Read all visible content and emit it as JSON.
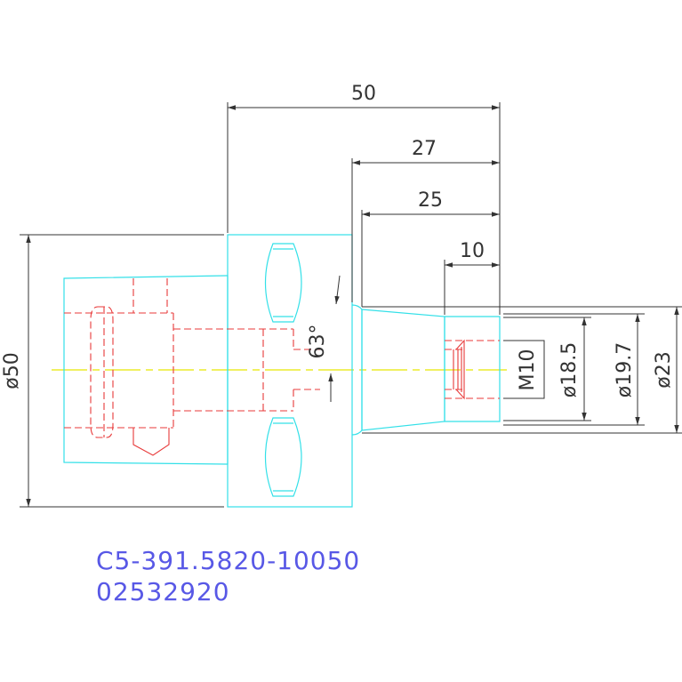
{
  "dimensions": {
    "overall_length": "50",
    "length_27": "27",
    "length_25": "25",
    "length_10": "10",
    "diameter_large": "ø50",
    "angle": "63°",
    "thread": "M10",
    "diameter_18_5": "ø18.5",
    "diameter_19_7": "ø19.7",
    "diameter_23": "ø23"
  },
  "part_label": {
    "line1": "C5-391.5820-10050",
    "line2": "02532920"
  },
  "colors": {
    "outline": "#33e0e8",
    "hidden": "#e83a3a",
    "dimension": "#333333",
    "center": "#e8e800",
    "text_label": "#5858e6"
  }
}
